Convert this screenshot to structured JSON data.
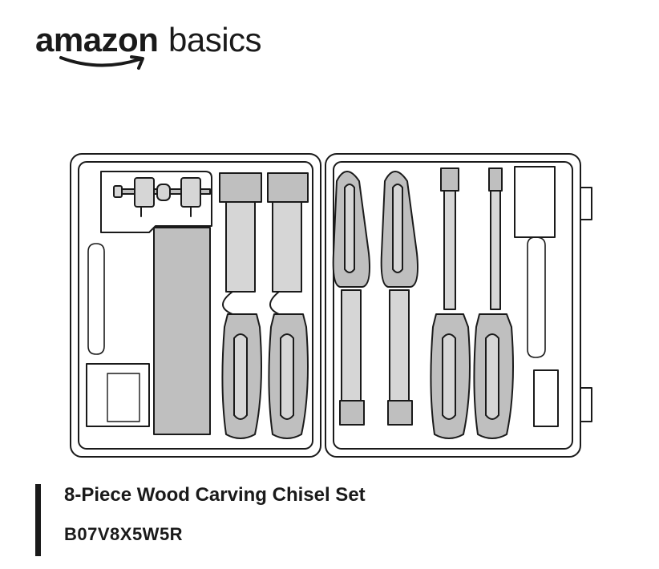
{
  "brand": {
    "primary": "amazon",
    "secondary": "basics",
    "logo_icon": "amazon-smile-arrow"
  },
  "product": {
    "title": "8-Piece Wood Carving Chisel Set",
    "code": "B07V8X5W5R",
    "illustration": "carrying-case-with-chisels-line-art"
  },
  "colors": {
    "ink": "#1a1a1a",
    "fill_gray": "#bfbfbf",
    "light_gray": "#d6d6d6",
    "background": "#ffffff"
  }
}
